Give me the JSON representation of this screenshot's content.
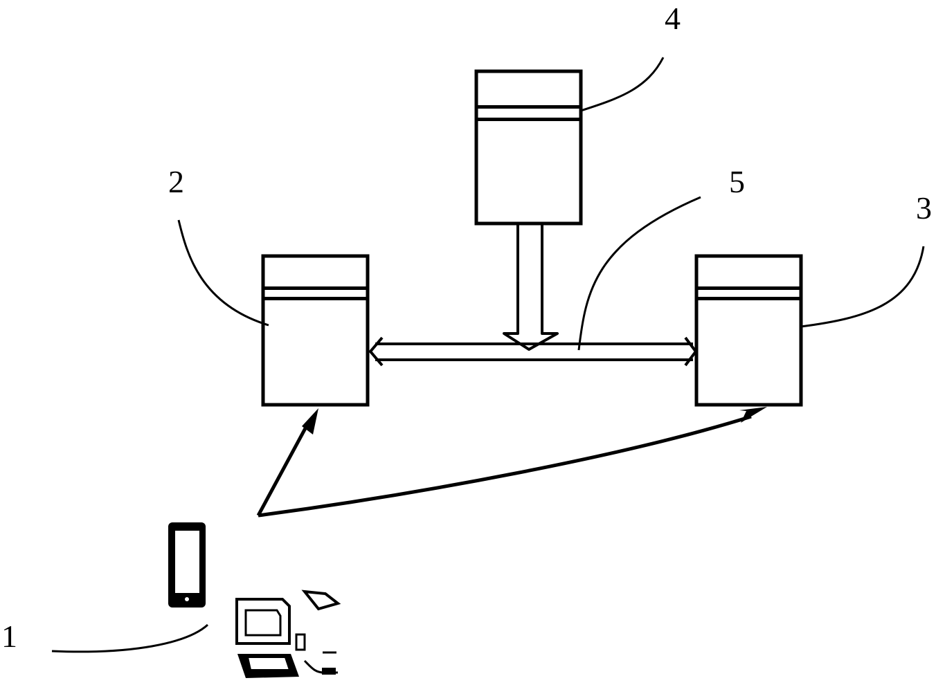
{
  "labels": {
    "terminal": "1",
    "server_left": "2",
    "server_right": "3",
    "server_top": "4",
    "link": "5"
  },
  "colors": {
    "stroke": "#000000",
    "background": "#ffffff"
  },
  "icons": [
    "server-icon",
    "smartphone-icon",
    "computer-terminal-icon",
    "double-arrow-connector",
    "down-arrow"
  ]
}
